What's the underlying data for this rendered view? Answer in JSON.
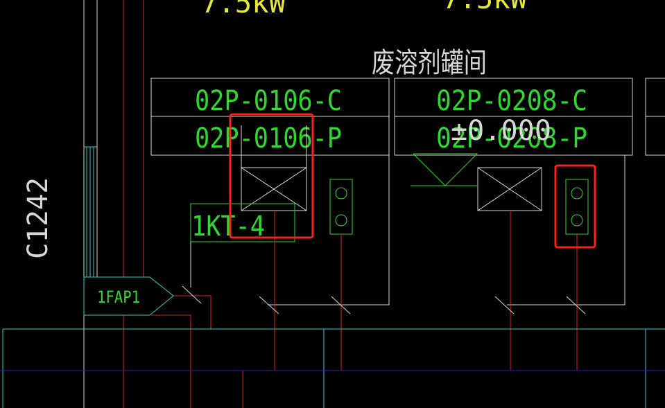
{
  "colors": {
    "background": "#000000",
    "red_line": "#e02020",
    "white_line": "#d8d8d8",
    "green": "#2fd82f",
    "yellow": "#e8e838",
    "cyan": "#30d0d0",
    "blue": "#2020e0",
    "highlight": "#ff2020"
  },
  "power_labels": {
    "left": "7.5kW",
    "right": "7.5kW"
  },
  "room_name": "废溶剂罐间",
  "equipment": [
    {
      "code_c": "02P-0106-C",
      "code_p": "02P-0106-P"
    },
    {
      "code_c": "02P-0208-C",
      "code_p": "02P-0208-P"
    }
  ],
  "elevation": "±0.000",
  "control_box": "1KT-4",
  "panel": "1FAP1",
  "column_label": "C1242",
  "highlight_boxes": 2,
  "icons": {
    "motor": "motor-x-box-icon",
    "pushbutton": "pushbutton-station-icon",
    "elevation": "elevation-triangle-icon",
    "panel": "distribution-panel-icon"
  }
}
